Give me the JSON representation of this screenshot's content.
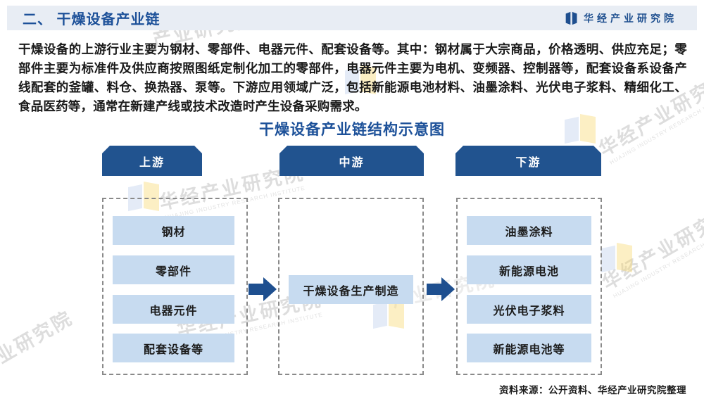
{
  "header": {
    "title": "二、 干燥设备产业链",
    "brand": "华经产业研究院"
  },
  "paragraph": "干燥设备的上游行业主要为钢材、零部件、电器元件、配套设备等。其中：钢材属于大宗商品，价格透明、供应充足；零部件主要为标准件及供应商按照图纸定制化加工的零部件，电器元件主要为电机、变频器、控制器等，配套设备系设备产线配套的釜罐、料仓、换热器、泵等。下游应用领域广泛，包括新能源电池材料、油墨涂料、光伏电子浆料、精细化工、食品医药等，通常在新建产线或技术改造时产生设备采购需求。",
  "diagram": {
    "title": "干燥设备产业链结构示意图",
    "stages": [
      {
        "label": "上游",
        "items": [
          "钢材",
          "零部件",
          "电器元件",
          "配套设备等"
        ]
      },
      {
        "label": "中游",
        "items": [
          "干燥设备生产制造"
        ]
      },
      {
        "label": "下游",
        "items": [
          "油墨涂料",
          "新能源电池",
          "光伏电子浆料",
          "新能源电池等"
        ]
      }
    ]
  },
  "footer": {
    "source": "资料来源：公开资料、华经产业研究院整理"
  },
  "watermark": {
    "cn": "华经产业研究院",
    "cn_partial": "产业研究院",
    "en": "HUAJING INDUSTRY RESEARCH INSTITUTE"
  },
  "colors": {
    "accent_blue": "#1E4F8F",
    "bar_blue": "#21538F",
    "node_blue": "#C7DBF0",
    "band_bg": "#E8EDF4"
  }
}
